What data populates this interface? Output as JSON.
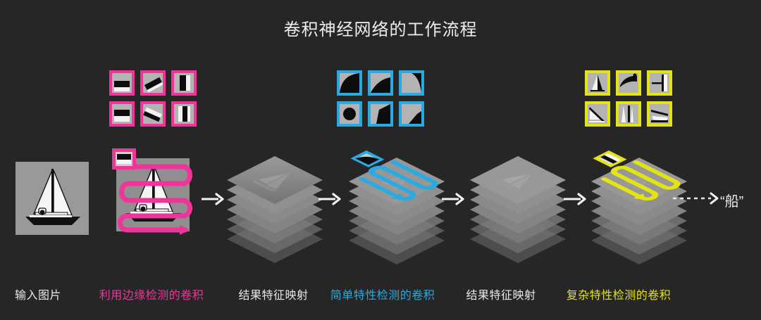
{
  "title": "卷积神经网络的工作流程",
  "colors": {
    "background": "#262626",
    "title_text": "#eeeeee",
    "neutral_text": "#e8e8e8",
    "pink": "#F0359A",
    "cyan": "#29ABE2",
    "yellow": "#E3E316",
    "stack_gray": "#8c8c8c",
    "image_gray": "#999999",
    "arrow_white": "#f2f2f2"
  },
  "stages": [
    {
      "id": "input-image",
      "caption": "输入图片",
      "caption_color": "#e8e8e8",
      "kind": "image",
      "subject": "sailboat"
    },
    {
      "id": "edge-convolution",
      "caption": "利用边缘检测的卷积",
      "caption_color": "#F0359A",
      "kind": "convolution-flat",
      "accent": "#F0359A",
      "filter_set": "edge-detection"
    },
    {
      "id": "feature-map-1",
      "caption": "结果特征映射",
      "caption_color": "#e8e8e8",
      "kind": "feature-stack"
    },
    {
      "id": "simple-feature-convolution",
      "caption": "简单特性检测的卷积",
      "caption_color": "#29ABE2",
      "kind": "convolution-stack",
      "accent": "#29ABE2",
      "filter_set": "simple-features"
    },
    {
      "id": "feature-map-2",
      "caption": "结果特征映射",
      "caption_color": "#e8e8e8",
      "kind": "feature-stack"
    },
    {
      "id": "complex-feature-convolution",
      "caption": "复杂特性检测的卷积",
      "caption_color": "#E3E316",
      "kind": "convolution-stack",
      "accent": "#E3E316",
      "filter_set": "complex-features"
    }
  ],
  "filter_banks": [
    {
      "id": "edge-filters",
      "accent": "#F0359A",
      "count": 6,
      "description": "边缘检测滤波器",
      "patterns": [
        "horizontal-edge",
        "diagonal-edge-down",
        "vertical-edge",
        "horizontal-edge-inverted",
        "diagonal-edge-up",
        "vertical-edge-inverted"
      ]
    },
    {
      "id": "simple-feature-filters",
      "accent": "#29ABE2",
      "count": 6,
      "description": "简单特性滤波器",
      "patterns": [
        "quarter-curve",
        "shallow-curve",
        "arc-sliver",
        "circle",
        "wedge-left",
        "wedge-corner"
      ]
    },
    {
      "id": "complex-feature-filters",
      "accent": "#E3E316",
      "count": 6,
      "description": "复杂特性滤波器",
      "patterns": [
        "mast-sail",
        "bow-dot",
        "cross-spar",
        "sail-slope",
        "twin-mast",
        "hull-deck"
      ]
    }
  ],
  "arrows": {
    "solid_count": 3,
    "dashed_label": "dashed-arrow"
  },
  "output": {
    "label": "“船”",
    "color": "#eaeaea"
  }
}
